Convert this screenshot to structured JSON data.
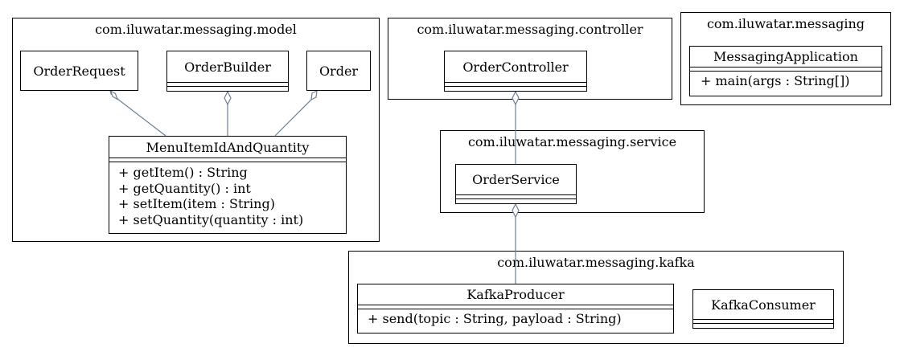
{
  "packages": {
    "model": "com.iluwatar.messaging.model",
    "controller": "com.iluwatar.messaging.controller",
    "root": "com.iluwatar.messaging",
    "service": "com.iluwatar.messaging.service",
    "kafka": "com.iluwatar.messaging.kafka"
  },
  "classes": {
    "order_request": {
      "name": "OrderRequest"
    },
    "order_builder": {
      "name": "OrderBuilder"
    },
    "order": {
      "name": "Order"
    },
    "menu_item": {
      "name": "MenuItemIdAndQuantity",
      "methods": [
        "+ getItem() : String",
        "+ getQuantity() : int",
        "+ setItem(item : String)",
        "+ setQuantity(quantity : int)"
      ]
    },
    "order_controller": {
      "name": "OrderController"
    },
    "messaging_application": {
      "name": "MessagingApplication",
      "methods": [
        "+ main(args : String[])"
      ]
    },
    "order_service": {
      "name": "OrderService"
    },
    "kafka_producer": {
      "name": "KafkaProducer",
      "methods": [
        "+ send(topic : String, payload : String)"
      ]
    },
    "kafka_consumer": {
      "name": "KafkaConsumer"
    }
  },
  "colors": {
    "link": "#6b7f94",
    "border": "#000000",
    "background": "#ffffff"
  }
}
